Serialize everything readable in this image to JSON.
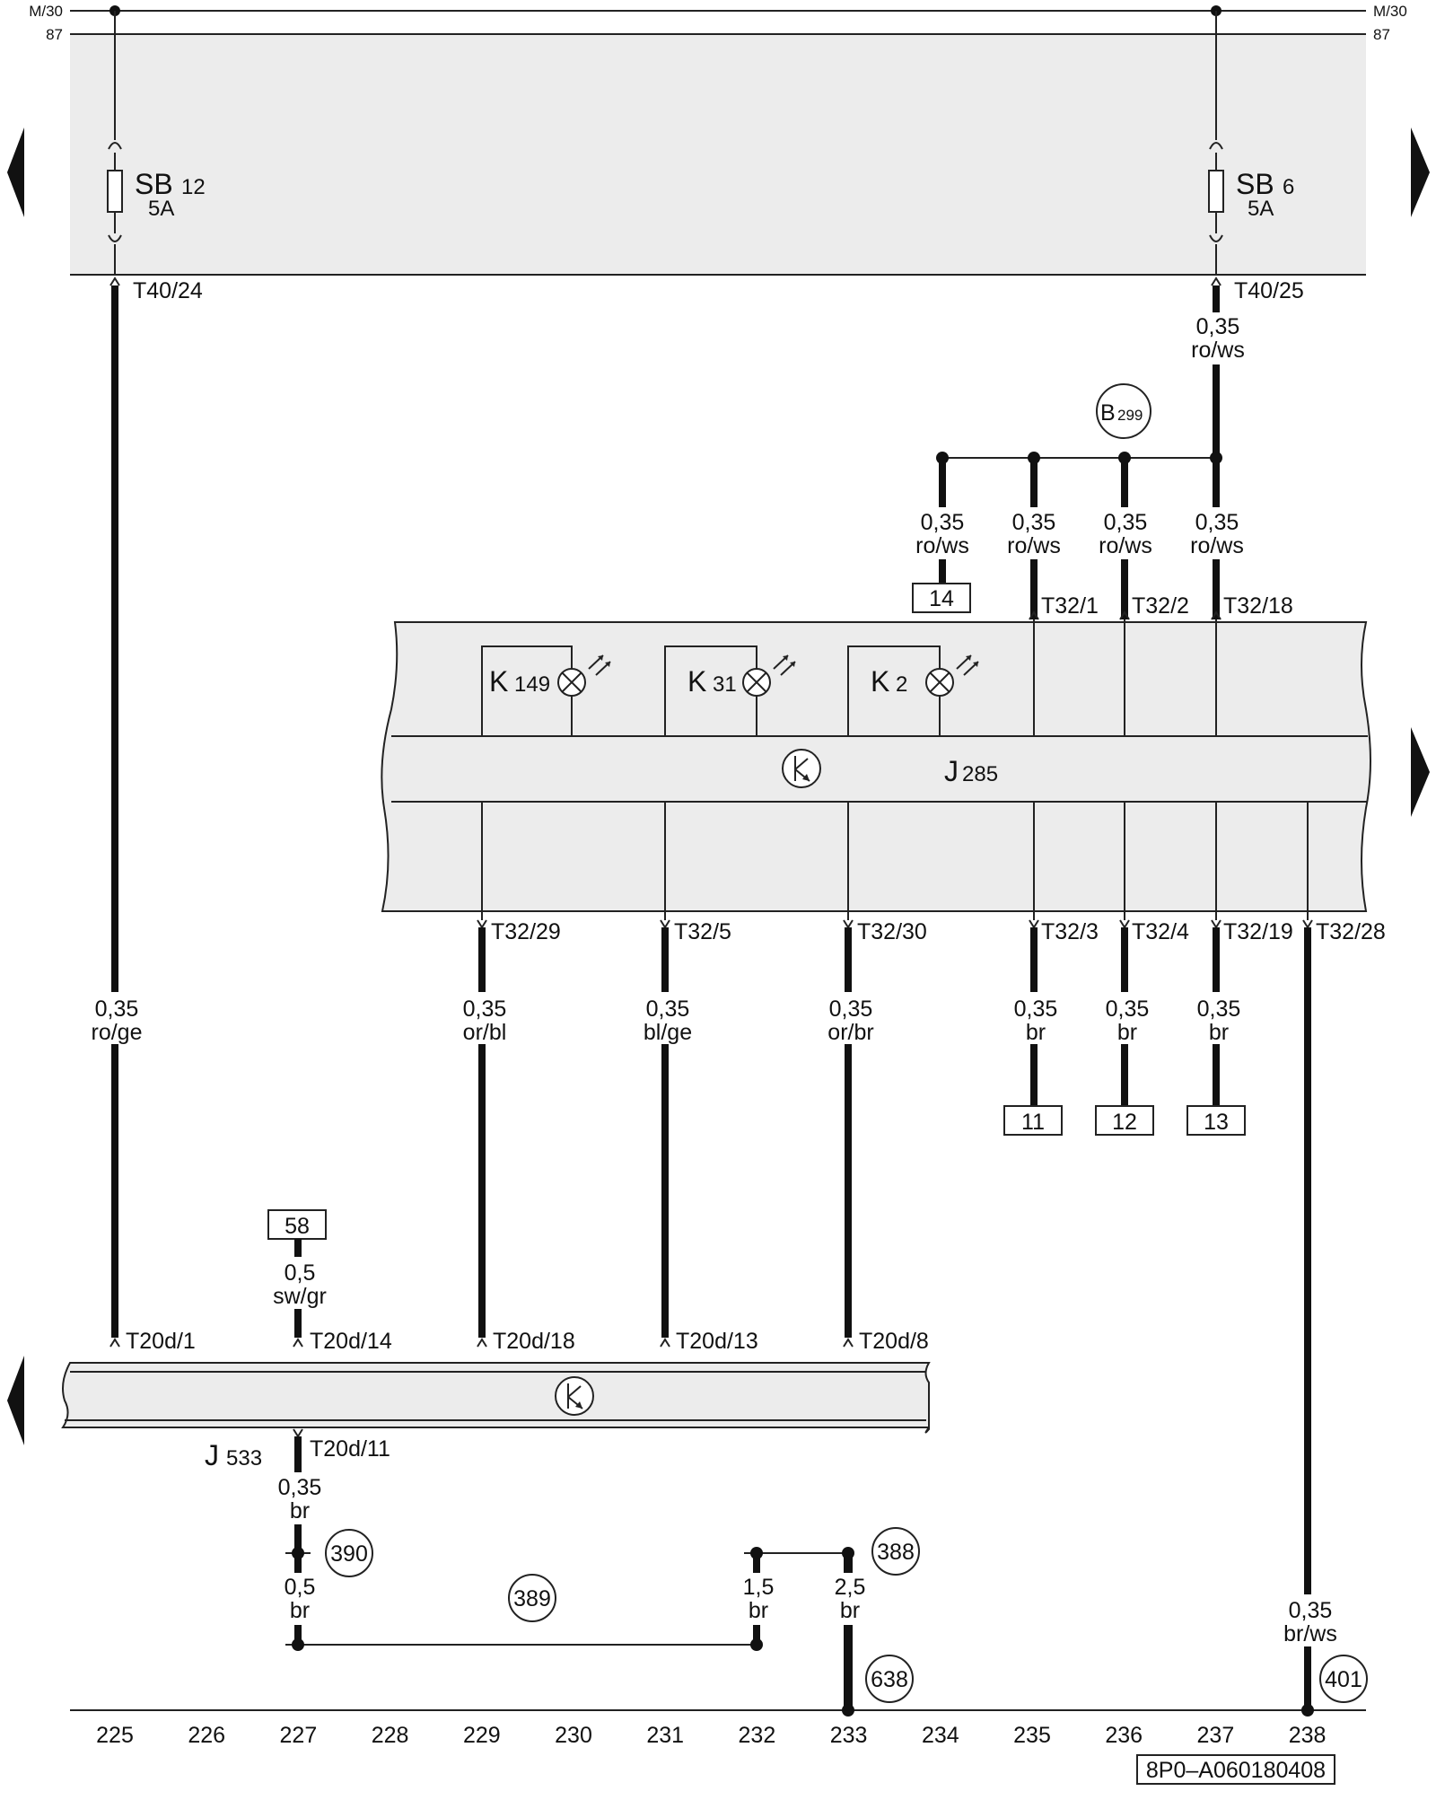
{
  "rails": {
    "top": "M/30",
    "second": "87"
  },
  "fuses": [
    {
      "name": "SB",
      "num": "12",
      "rating": "5A"
    },
    {
      "name": "SB",
      "num": "6",
      "rating": "5A"
    }
  ],
  "pins": {
    "t40_24": "T40/24",
    "t40_25": "T40/25",
    "t32_1": "T32/1",
    "t32_2": "T32/2",
    "t32_18": "T32/18",
    "t32_29": "T32/29",
    "t32_5": "T32/5",
    "t32_30": "T32/30",
    "t32_3": "T32/3",
    "t32_4": "T32/4",
    "t32_19": "T32/19",
    "t32_28": "T32/28",
    "t20d_1": "T20d/1",
    "t20d_14": "T20d/14",
    "t20d_18": "T20d/18",
    "t20d_13": "T20d/13",
    "t20d_8": "T20d/8",
    "t20d_11": "T20d/11"
  },
  "wires": {
    "w_top_right": {
      "size": "0,35",
      "color": "ro/ws"
    },
    "w_b1": {
      "size": "0,35",
      "color": "ro/ws"
    },
    "w_b2": {
      "size": "0,35",
      "color": "ro/ws"
    },
    "w_b3": {
      "size": "0,35",
      "color": "ro/ws"
    },
    "w_b4": {
      "size": "0,35",
      "color": "ro/ws"
    },
    "w_225": {
      "size": "0,35",
      "color": "ro/ge"
    },
    "w_229": {
      "size": "0,35",
      "color": "or/bl"
    },
    "w_231": {
      "size": "0,35",
      "color": "bl/ge"
    },
    "w_233": {
      "size": "0,35",
      "color": "or/br"
    },
    "w_235": {
      "size": "0,35",
      "color": "br"
    },
    "w_236": {
      "size": "0,35",
      "color": "br"
    },
    "w_237": {
      "size": "0,35",
      "color": "br"
    },
    "w_58": {
      "size": "0,5",
      "color": "sw/gr"
    },
    "w_j533": {
      "size": "0,35",
      "color": "br"
    },
    "w_390": {
      "size": "0,5",
      "color": "br"
    },
    "w_232": {
      "size": "1,5",
      "color": "br"
    },
    "w_388": {
      "size": "2,5",
      "color": "br"
    },
    "w_238": {
      "size": "0,35",
      "color": "br/ws"
    }
  },
  "refs": {
    "r14": "14",
    "r11": "11",
    "r12": "12",
    "r13": "13",
    "r58": "58"
  },
  "circles": {
    "b299_l": "B",
    "b299_n": "299",
    "c390": "390",
    "c389": "389",
    "c388": "388",
    "c638": "638",
    "c401": "401"
  },
  "components": {
    "k149": {
      "letter": "K",
      "num": "149"
    },
    "k31": {
      "letter": "K",
      "num": "31"
    },
    "k2": {
      "letter": "K",
      "num": "2"
    },
    "j285": {
      "letter": "J",
      "num": "285"
    },
    "j533": {
      "letter": "J",
      "num": "533"
    }
  },
  "scale": [
    "225",
    "226",
    "227",
    "228",
    "229",
    "230",
    "231",
    "232",
    "233",
    "234",
    "235",
    "236",
    "237",
    "238"
  ],
  "doc_id": "8P0–A060180408"
}
